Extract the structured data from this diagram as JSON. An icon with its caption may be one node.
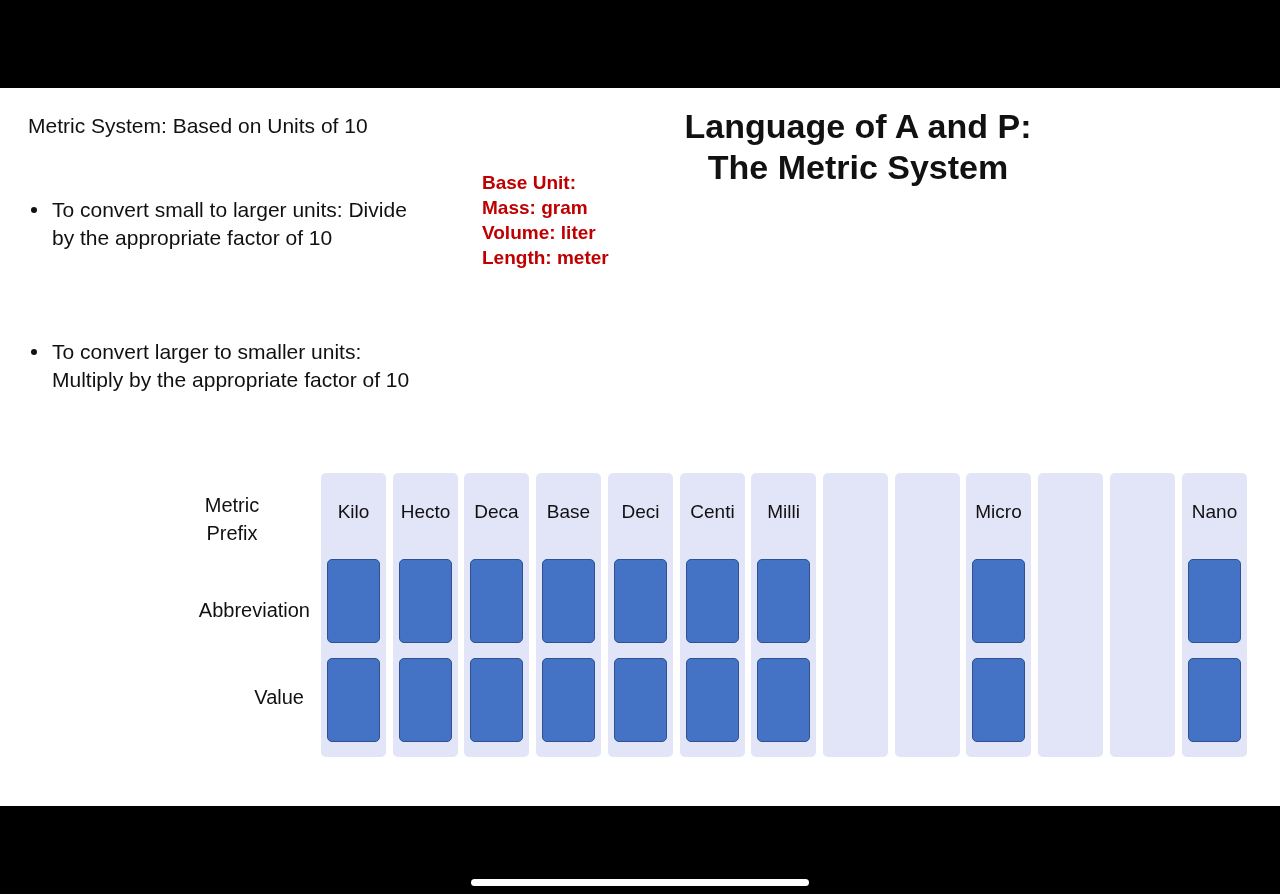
{
  "diagram": {
    "title": "Language of A and P: The Metric System",
    "nodes": [
      {
        "text": [
          "Kilo"
        ]
      },
      {
        "text": [],
        "shape": "box",
        "in": 0
      },
      {
        "text": [],
        "shape": "box",
        "in": 0
      },
      {
        "text": [
          "Hecto"
        ]
      },
      {
        "text": [],
        "shape": "box",
        "in": 3
      },
      {
        "text": [],
        "shape": "box",
        "in": 3
      },
      {
        "text": [
          "Deca"
        ]
      },
      {
        "text": [],
        "shape": "box",
        "in": 6
      },
      {
        "text": [],
        "shape": "box",
        "in": 6
      },
      {
        "text": [
          "Base"
        ]
      },
      {
        "text": [],
        "shape": "box",
        "in": 9
      },
      {
        "text": [],
        "shape": "box",
        "in": 9
      },
      {
        "text": [
          "Deci"
        ]
      },
      {
        "text": [],
        "shape": "box",
        "in": 12
      },
      {
        "text": [],
        "shape": "box",
        "in": 12
      },
      {
        "text": [
          "Centi"
        ]
      },
      {
        "text": [],
        "shape": "box",
        "in": 15
      },
      {
        "text": [],
        "shape": "box",
        "in": 15
      },
      {
        "text": [
          "Milli"
        ]
      },
      {
        "text": [],
        "shape": "box",
        "in": 18
      },
      {
        "text": [],
        "shape": "box",
        "in": 18
      },
      {
        "text": [],
        "shape": "bar"
      },
      {
        "text": [],
        "shape": "bar"
      },
      {
        "text": [
          "Micro"
        ]
      },
      {
        "text": [],
        "shape": "box",
        "in": 23
      },
      {
        "text": [],
        "shape": "box",
        "in": 23
      },
      {
        "text": [],
        "shape": "bar"
      },
      {
        "text": [],
        "shape": "bar"
      },
      {
        "text": [
          "Nano"
        ]
      },
      {
        "text": [],
        "shape": "box",
        "in": 28
      },
      {
        "text": [],
        "shape": "box",
        "in": 28
      }
    ],
    "labels": [
      "Metric System: Based on Units of 10",
      "To convert small to larger units: Divide by the appropriate factor of 10",
      "To convert larger to smaller units: Multiply by the appropriate factor of 10",
      "Base Unit:",
      "Mass: gram",
      "Volume: liter",
      "Length: meter",
      "Metric Prefix",
      "Abbreviation",
      "Value"
    ]
  }
}
